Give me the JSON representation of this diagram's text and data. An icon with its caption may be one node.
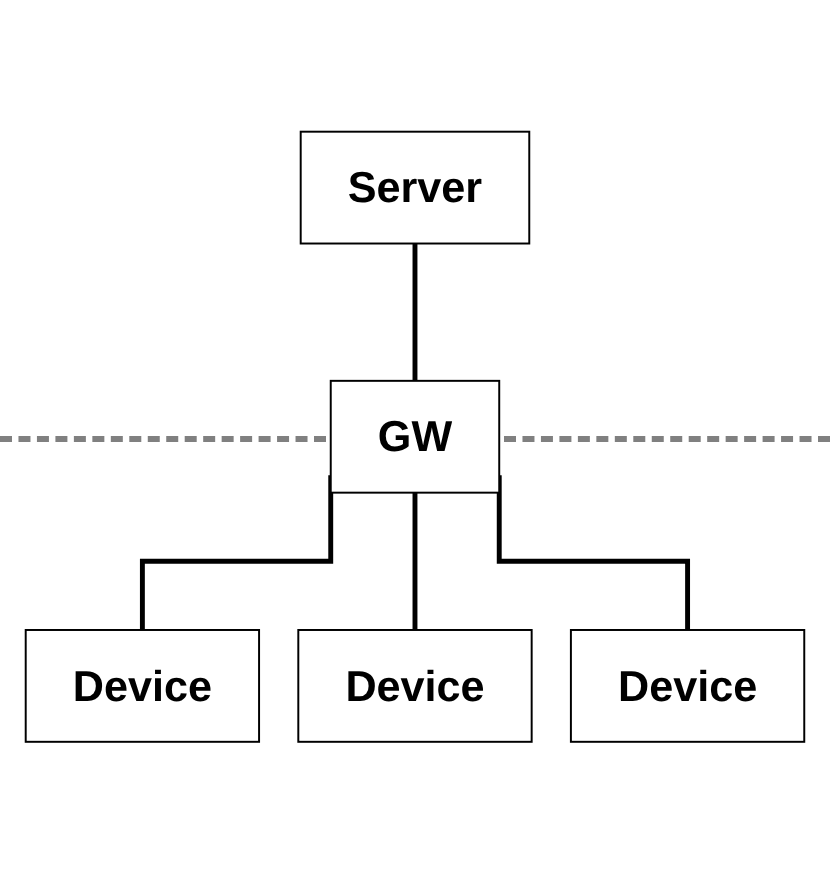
{
  "diagram": {
    "nodes": [
      {
        "text": [
          "Server"
        ]
      },
      {
        "text": [
          "GW"
        ]
      },
      {
        "text": [
          "Device"
        ]
      },
      {
        "text": [
          "Device"
        ]
      },
      {
        "text": [
          "Device"
        ]
      }
    ],
    "edges": [
      {
        "from": 0,
        "to": 1,
        "arrow": "none"
      },
      {
        "from": 1,
        "to": 2,
        "arrow": "none"
      },
      {
        "from": 1,
        "to": 3,
        "arrow": "none"
      },
      {
        "from": 1,
        "to": 4,
        "arrow": "none"
      }
    ]
  }
}
